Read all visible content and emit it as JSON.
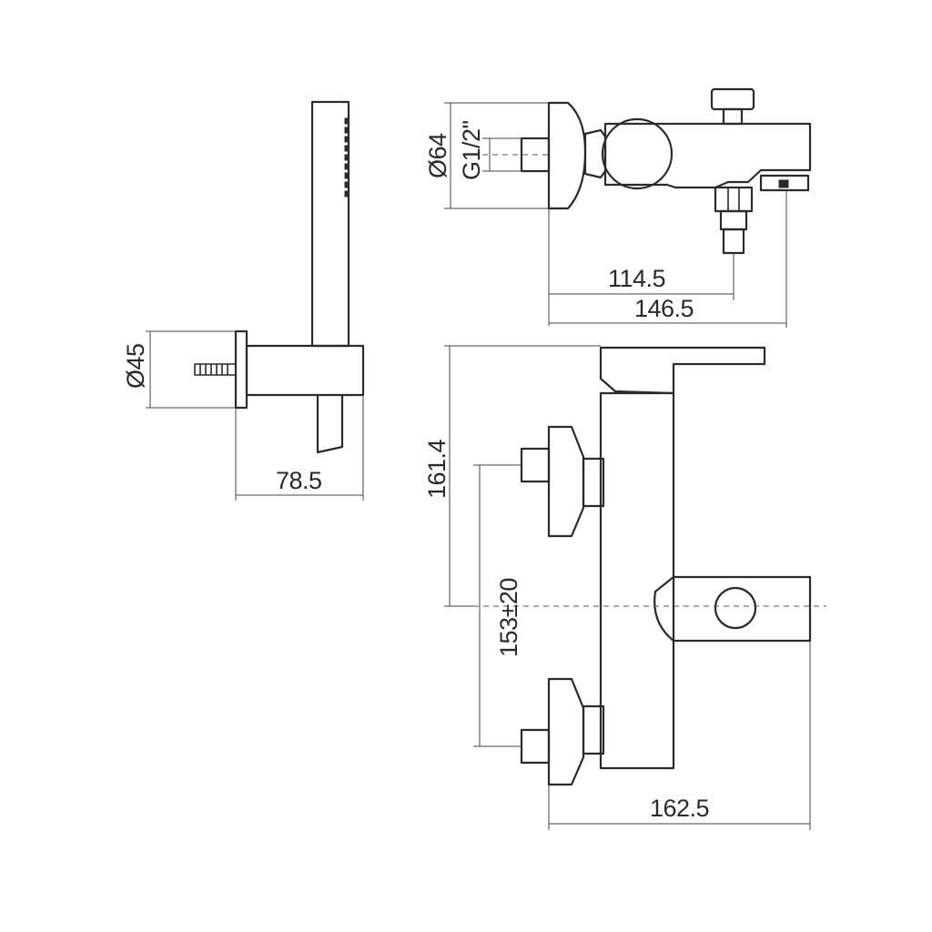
{
  "dimensions": {
    "diameter_45": "Ø45",
    "width_78_5": "78.5",
    "diameter_64": "Ø64",
    "thread_g1_2": "G1/2\"",
    "length_114_5": "114.5",
    "length_146_5": "146.5",
    "height_161_4": "161.4",
    "center_153": "153±20",
    "width_162_5": "162.5"
  },
  "colors": {
    "line": "#2a2a2a",
    "dimension_line": "#444444",
    "background": "#ffffff"
  }
}
